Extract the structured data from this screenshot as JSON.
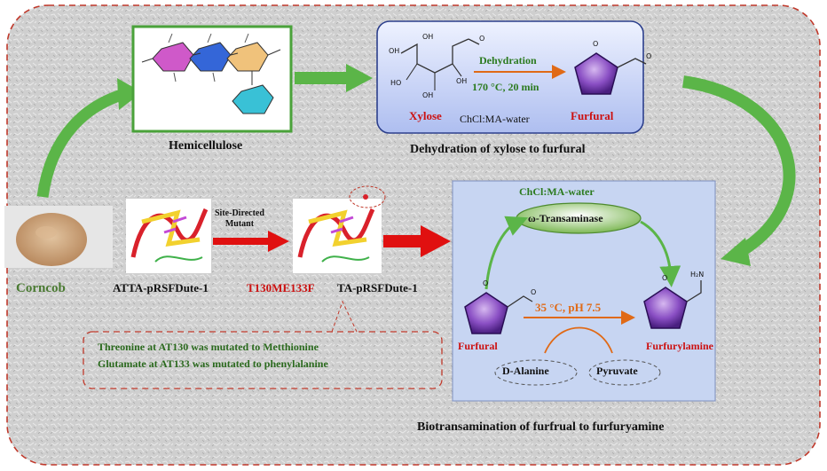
{
  "labels": {
    "corncob": "Corncob",
    "hemicellulose": "Hemicellulose",
    "dehydration_caption": "Dehydration of xylose to furfural",
    "biotransamination_caption": "Biotransamination of furfrual to furfuryamine",
    "xylose": "Xylose",
    "furfural_top": "Furfural",
    "solvent_top": "ChCl:MA-water",
    "dehydration": "Dehydration",
    "conditions_top": "170 °C, 20 min",
    "solvent_bio": "ChCl:MA-water",
    "enzyme": "ω-Transaminase",
    "conditions_bio": "35 °C, pH 7.5",
    "furfural_bio": "Furfural",
    "furfurylamine": "Furfurylamine",
    "d_alanine": "D-Alanine",
    "pyruvate": "Pyruvate",
    "parent_strain": "ATTA-pRSFDute-1",
    "mutant_red": "T130ME133F",
    "mutant_black": "TA-pRSFDute-1",
    "site_directed_line1": "Site-Directed",
    "site_directed_line2": "Mutant",
    "note_line1": "Threonine at AT130 was mutated to Metthionine",
    "note_line2": "Glutamate at AT133 was mutated to phenylalanine"
  },
  "chem": {
    "oh": "OH",
    "ho": "HO",
    "o": "O",
    "h2n": "H₂N"
  },
  "colors": {
    "green_arrow": "#5bb548",
    "red_arrow": "#e01010",
    "dashed_red": "#c0392b",
    "panel_blue": "#c7d5f2",
    "ring_purple": "#7b3fb5",
    "enzyme_green": "#8cc56a"
  }
}
